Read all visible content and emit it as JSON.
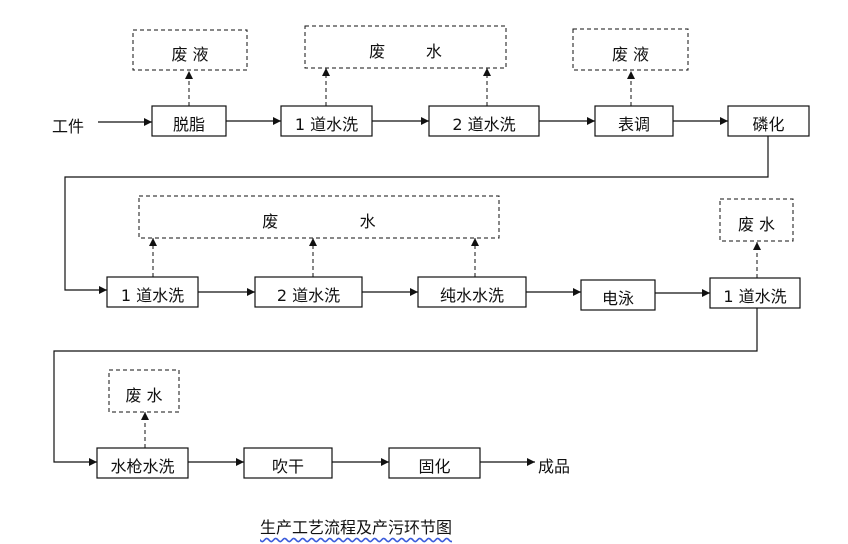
{
  "diagram": {
    "title": "生产工艺流程及产污环节图",
    "input_label": "工件",
    "output_label": "成品",
    "row1": [
      "脱脂",
      "1 道水洗",
      "2 道水洗",
      "表调",
      "磷化"
    ],
    "row2": [
      "1 道水洗",
      "2 道水洗",
      "纯水水洗",
      "电泳",
      "1 道水洗"
    ],
    "row3": [
      "水枪水洗",
      "吹干",
      "固化"
    ],
    "waste": {
      "degrease": "废 液",
      "row1_rinse": "废        水",
      "surface": "废 液",
      "row2_rinse": "废                水",
      "final_rinse": "废 水",
      "gun_rinse": "废 水"
    }
  }
}
